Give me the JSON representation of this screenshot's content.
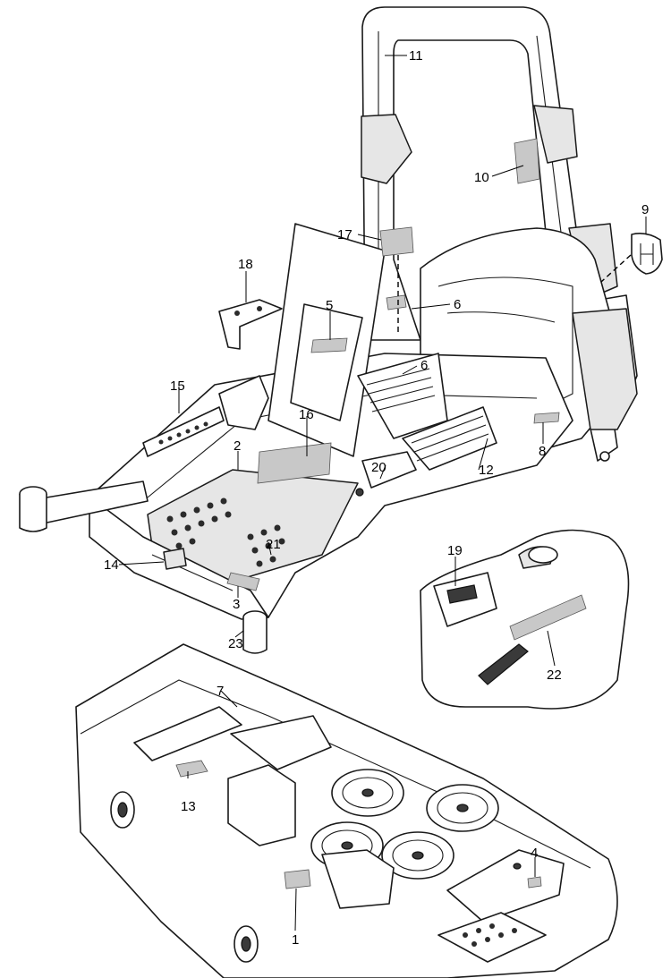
{
  "callouts": {
    "c1": "1",
    "c2": "2",
    "c3": "3",
    "c4": "4",
    "c5": "5",
    "c6a": "6",
    "c6b": "6",
    "c7": "7",
    "c8": "8",
    "c9": "9",
    "c10": "10",
    "c11": "11",
    "c12": "12",
    "c13": "13",
    "c14": "14",
    "c15": "15",
    "c16": "16",
    "c17": "17",
    "c18": "18",
    "c19": "19",
    "c20": "20",
    "c21": "21",
    "c22": "22",
    "c23": "23"
  },
  "colors": {
    "line": "#1a1a1a",
    "decal": "#c8c8c8",
    "background": "#ffffff"
  }
}
